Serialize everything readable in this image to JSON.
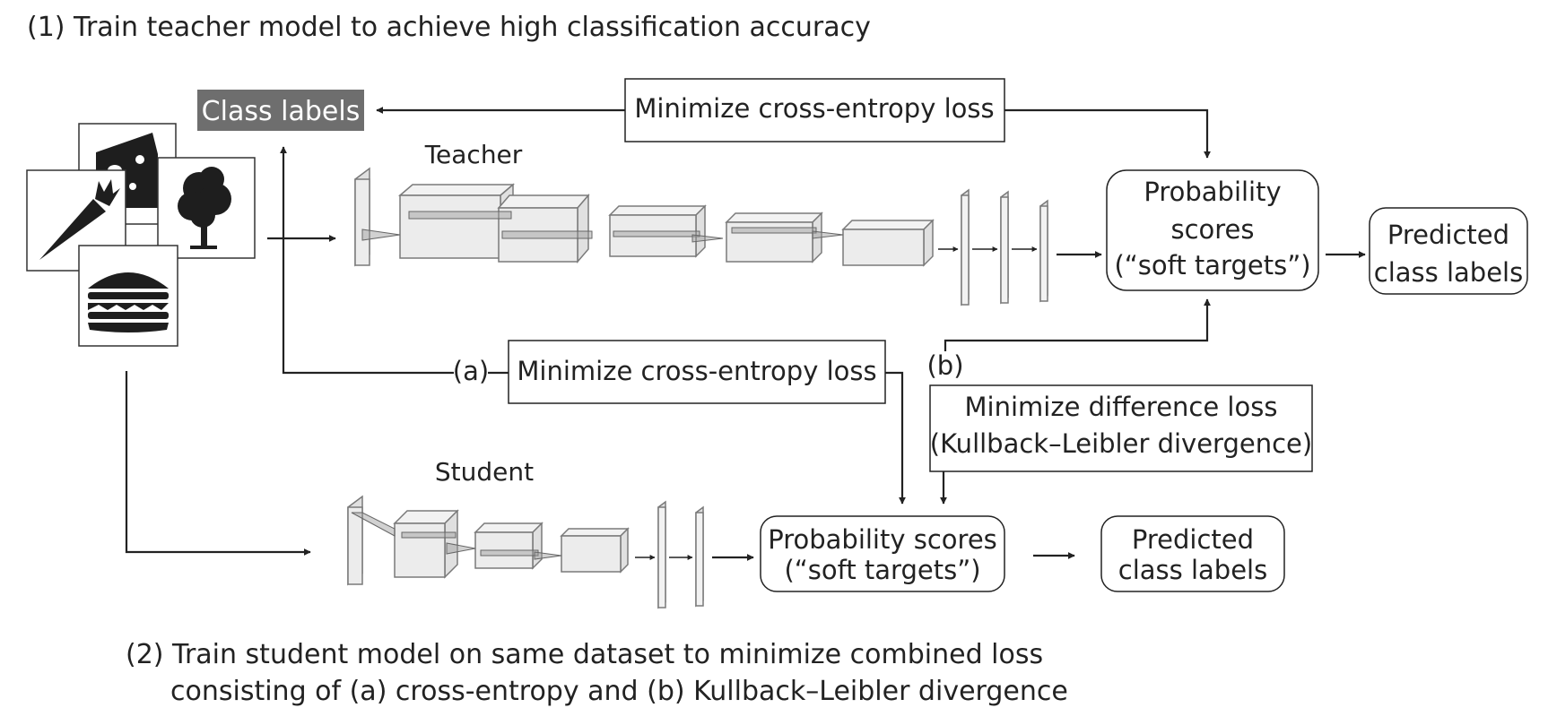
{
  "step1": {
    "text": "(1) Train teacher model to achieve high classification accuracy"
  },
  "step2": {
    "line1": "(2) Train student model on same dataset to minimize combined loss",
    "line2": "consisting of (a) cross-entropy and (b) Kullback–Leibler divergence"
  },
  "class_labels": {
    "text": "Class labels"
  },
  "teacher": {
    "label": "Teacher",
    "loss": "Minimize cross-entropy loss",
    "probability": [
      "Probability",
      "scores",
      "(“soft targets”)"
    ],
    "predicted": [
      "Predicted",
      "class labels"
    ]
  },
  "student": {
    "label": "Student",
    "loss_marker": "(a)",
    "loss": "Minimize cross-entropy loss",
    "probability": [
      "Probability scores",
      "(“soft targets”)"
    ],
    "predicted": [
      "Predicted",
      "class labels"
    ]
  },
  "kl": {
    "marker": "(b)",
    "line1": "Minimize difference loss",
    "line2": "(Kullback–Leibler divergence)"
  },
  "icons": [
    "cheese-icon",
    "tree-icon",
    "carrot-icon",
    "burger-icon"
  ],
  "colors": {
    "ink": "#222222",
    "label_bg": "#6e6e6e",
    "label_text": "#ffffff",
    "layer_fill": "#ececec",
    "layer_stroke": "#7a7a7a",
    "icon_fill": "#1e1e1e"
  }
}
